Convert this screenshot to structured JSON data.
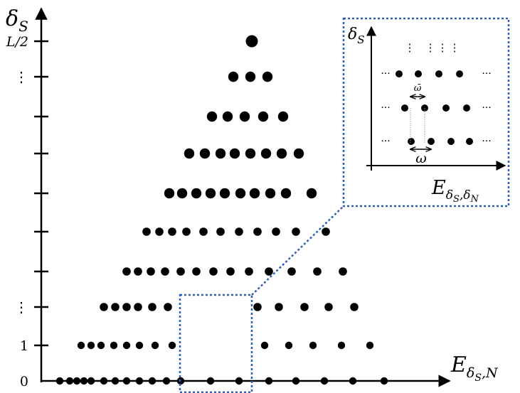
{
  "colors": {
    "ink": "#000000",
    "zoom": "#2f5fb3",
    "guide": "#9a9a9a"
  },
  "main": {
    "y_axis": {
      "symbol": "δ",
      "subscript": "S"
    },
    "x_axis": {
      "symbol": "E",
      "subscript_main": "δ",
      "subscript_sub": "S",
      "subscript_tail": ",N"
    },
    "y_tick_labels": [
      {
        "level": 0,
        "text": "0"
      },
      {
        "level": 1,
        "text": "1"
      },
      {
        "level": 2,
        "text": "⋮"
      },
      {
        "level": 8,
        "text": "⋮"
      },
      {
        "level": 9,
        "text": "L/2"
      }
    ],
    "tick_levels": [
      1,
      2,
      3,
      4,
      5,
      6,
      7,
      8,
      9
    ],
    "rows": [
      {
        "level": 0,
        "dot_size": "small",
        "energies": [
          84,
          98,
          108,
          118,
          128,
          146,
          162,
          178,
          196,
          214,
          234,
          254,
          296,
          336,
          378,
          416,
          456,
          496,
          540
        ]
      },
      {
        "level": 1,
        "dot_size": "small",
        "energies": [
          114,
          128,
          142,
          160,
          178,
          196,
          218,
          242,
          372,
          406,
          440,
          480,
          520
        ]
      },
      {
        "level": 2,
        "dot_size": "medium",
        "energies": [
          146,
          162,
          178,
          194,
          214,
          236,
          362,
          392,
          428,
          462,
          498
        ]
      },
      {
        "level": 3,
        "dot_size": "medium",
        "energies": [
          178,
          194,
          212,
          232,
          254,
          276,
          300,
          324,
          350,
          378,
          410,
          446,
          482
        ]
      },
      {
        "level": 4,
        "dot_size": "medium",
        "energies": [
          206,
          224,
          242,
          262,
          286,
          310,
          336,
          362,
          388,
          416,
          458
        ]
      },
      {
        "level": 5,
        "dot_size": "large",
        "energies": [
          238,
          256,
          276,
          296,
          316,
          338,
          358,
          380,
          402,
          438
        ]
      },
      {
        "level": 6,
        "dot_size": "large",
        "energies": [
          266,
          288,
          310,
          330,
          352,
          374,
          396,
          420
        ]
      },
      {
        "level": 7,
        "dot_size": "large",
        "energies": [
          298,
          320,
          344,
          370,
          398
        ]
      },
      {
        "level": 8,
        "dot_size": "large",
        "energies": [
          328,
          352,
          376
        ]
      },
      {
        "level": 9,
        "dot_size": "xlarge",
        "energies": [
          354
        ]
      }
    ]
  },
  "inset": {
    "y_axis": {
      "symbol": "δ",
      "subscript": "S"
    },
    "x_axis": {
      "symbol": "E",
      "sub_main": "δ",
      "sub_s": "S",
      "sub_comma": ",",
      "sub_delta2": "δ",
      "sub_n": "N"
    },
    "top_dots": "⋮",
    "side_dots": "···",
    "omega_small": "ω̄",
    "omega_large": "ω",
    "rows": [
      {
        "row": 0,
        "energies": [
          561,
          588,
          617,
          646
        ]
      },
      {
        "row": 1,
        "energies": [
          569,
          597,
          627,
          656
        ]
      },
      {
        "row": 2,
        "energies": [
          578,
          606,
          634,
          660
        ]
      }
    ]
  }
}
